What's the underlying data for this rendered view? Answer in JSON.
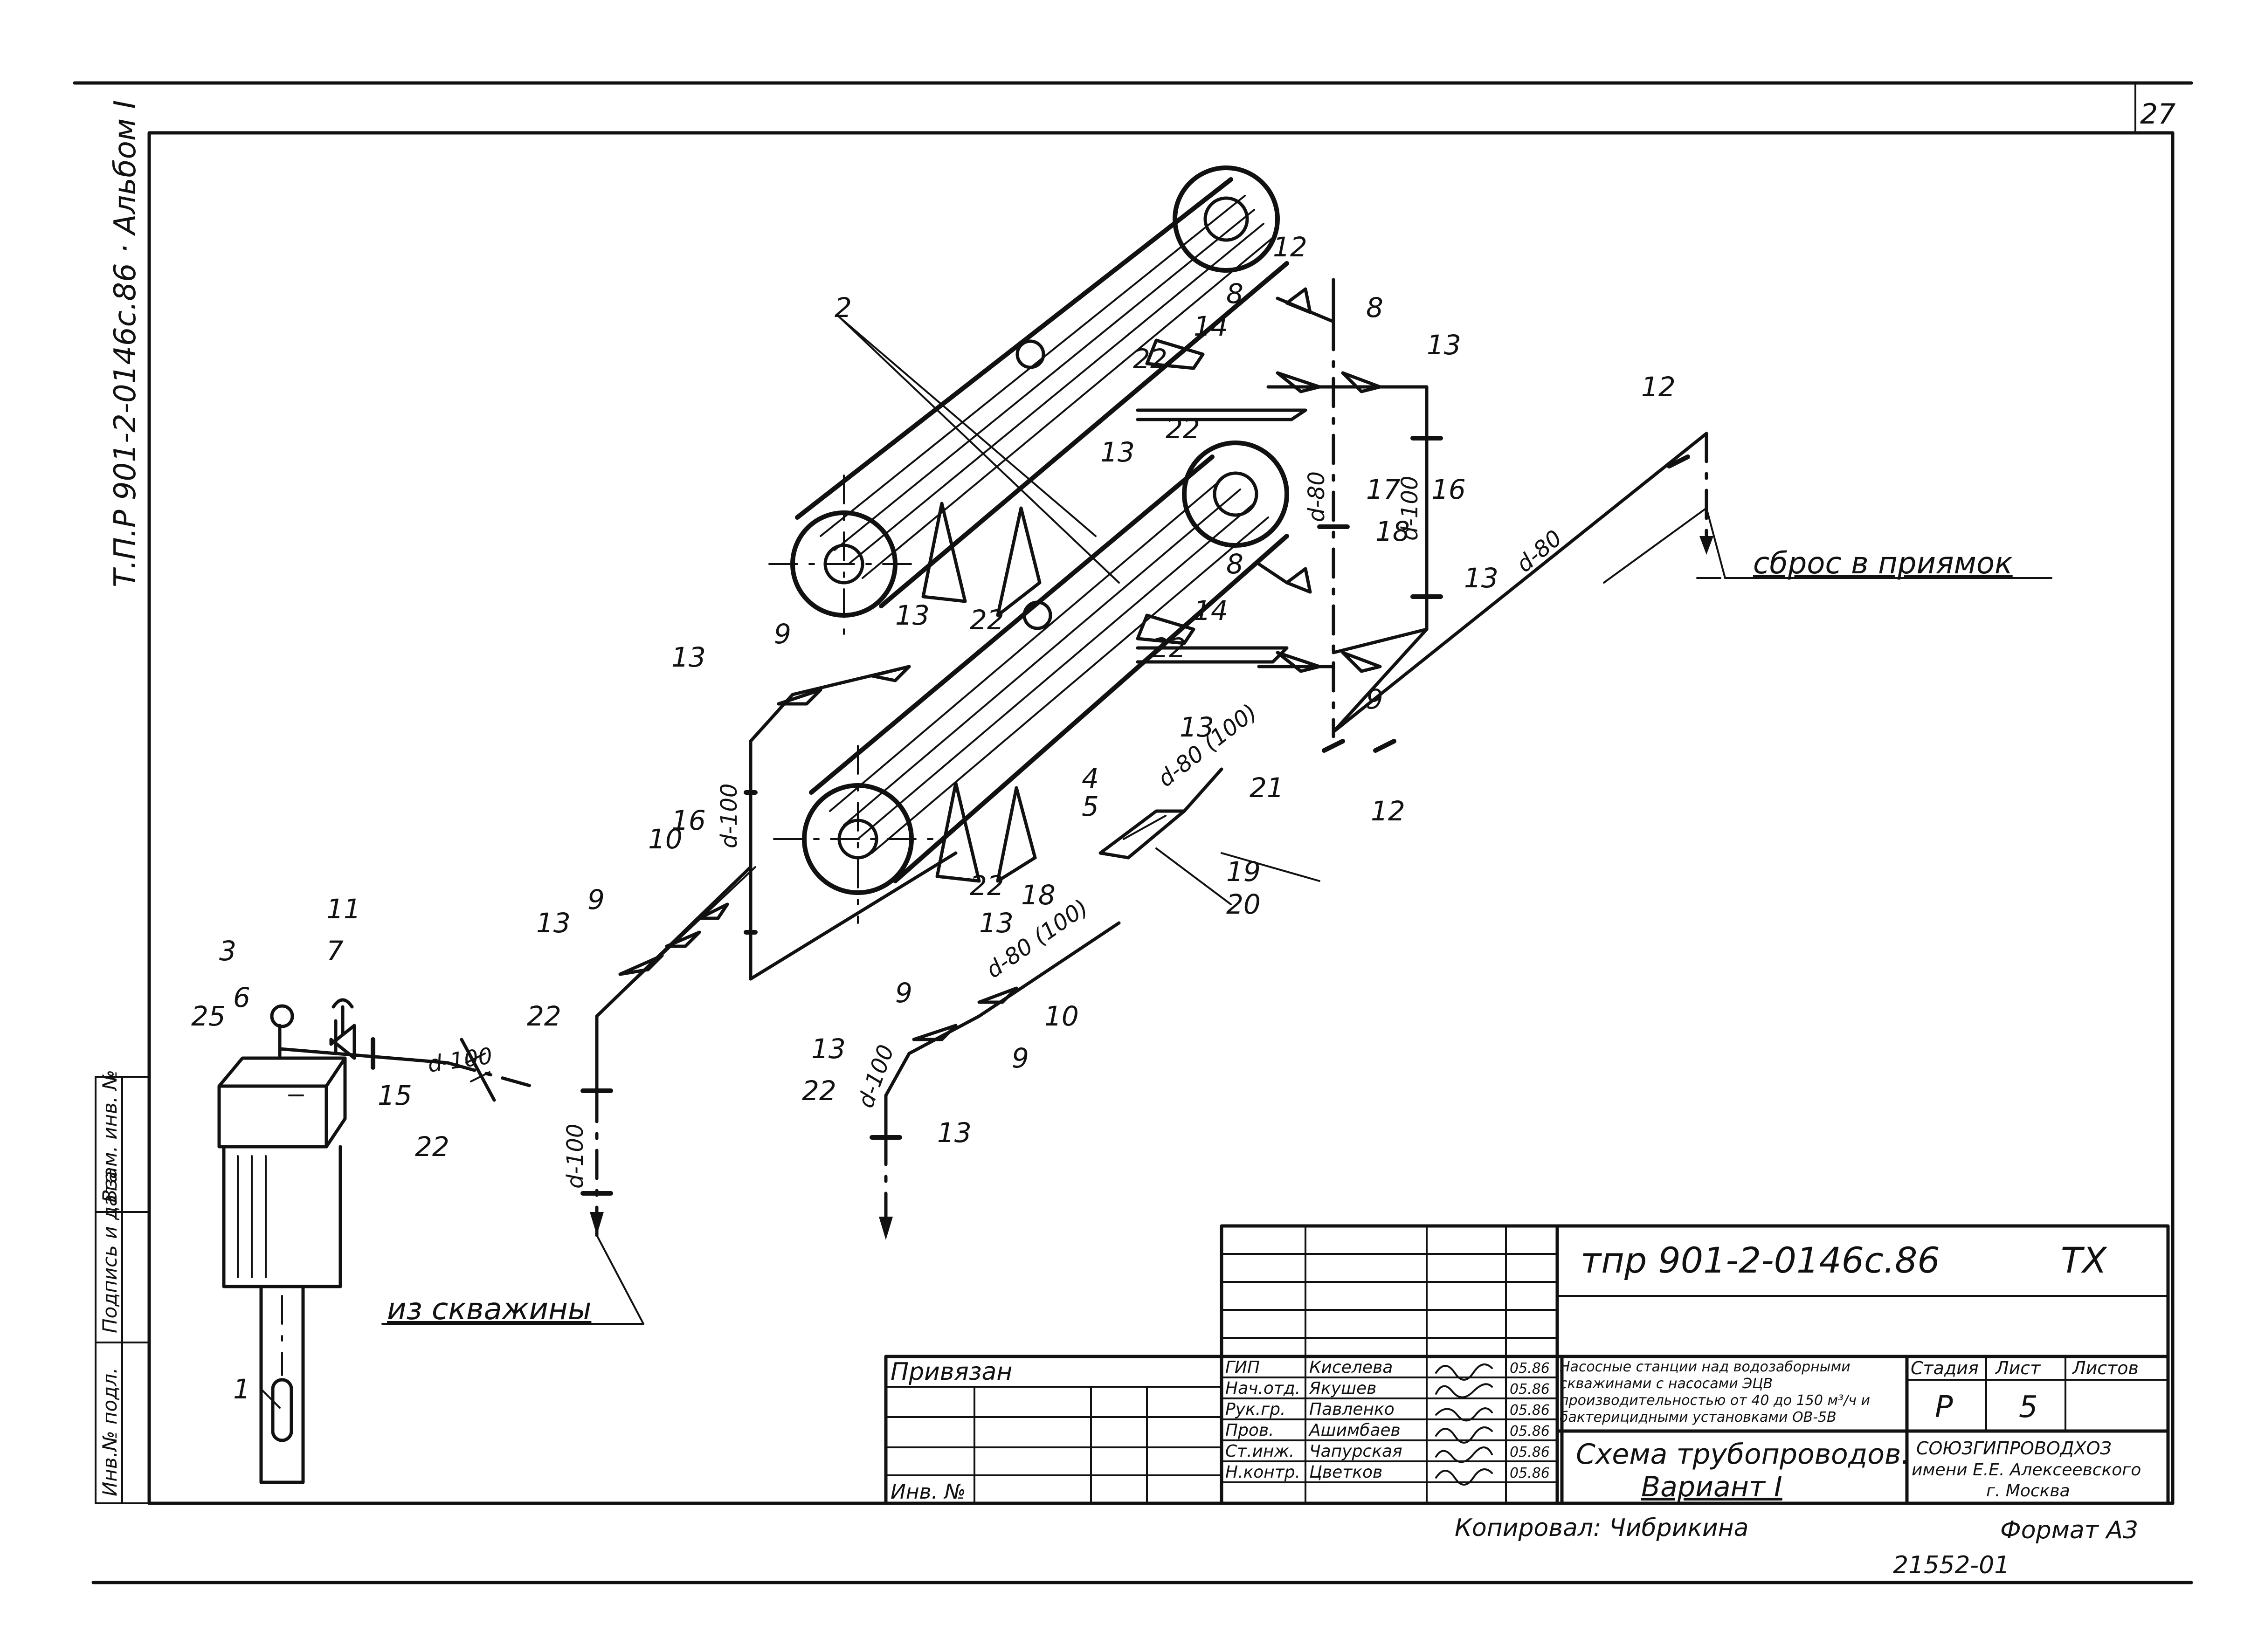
{
  "sheet": {
    "page_corner_number": "27",
    "side_designation": "Т.П.Р 901-2-0146с.86 · Альбом I",
    "stamp_side_labels": [
      "Инв.№ подл.",
      "Подпись и дата",
      "Взам. инв. №"
    ]
  },
  "callouts": {
    "n1": "1",
    "n2": "2",
    "n3": "3",
    "n4": "4",
    "n5": "5",
    "n6": "6",
    "n7": "7",
    "n8a": "8",
    "n8b": "8",
    "n8c": "8",
    "n9a": "9",
    "n9b": "9",
    "n9c": "9",
    "n9d": "9",
    "n9e": "9",
    "n10a": "10",
    "n10b": "10",
    "n11": "11",
    "n12a": "12",
    "n12b": "12",
    "n12c": "12",
    "n13a": "13",
    "n13b": "13",
    "n13c": "13",
    "n13d": "13",
    "n13e": "13",
    "n13f": "13",
    "n13g": "13",
    "n13h": "13",
    "n13i": "13",
    "n13j": "13",
    "n14a": "14",
    "n14b": "14",
    "n15": "15",
    "n16a": "16",
    "n16b": "16",
    "n17": "17",
    "n18a": "18",
    "n18b": "18",
    "n19": "19",
    "n20": "20",
    "n21": "21",
    "n22a": "22",
    "n22b": "22",
    "n22c": "22",
    "n22d": "22",
    "n22e": "22",
    "n22f": "22",
    "n22g": "22",
    "n22h": "22",
    "n25": "25"
  },
  "pipe_labels": {
    "d100_pump": "d-100",
    "d100_riser": "d-100",
    "d100_low": "d-100",
    "d100_left": "d-100",
    "d100_right": "d-100",
    "d80_mid": "d-80",
    "d80_top": "d-80",
    "d80_100_a": "d-80 (100)",
    "d80_100_b": "d-80 (100)"
  },
  "annotations": {
    "discharge": "сброс в приямок",
    "from_well": "из скважины"
  },
  "title_block": {
    "doc_code": "тпр 901-2-0146с.86",
    "doc_mark": "ТХ",
    "bound": "Привязан",
    "inv_no": "Инв. №",
    "roles": [
      "ГИП",
      "Нач.отд.",
      "Рук.гр.",
      "Пров.",
      "Ст.инж.",
      "Н.контр."
    ],
    "names": [
      "Киселева",
      "Якушев",
      "Павленко",
      "Ашимбаев",
      "Чапурская",
      "Цветков"
    ],
    "dates": [
      "05.86",
      "05.86",
      "05.86",
      "05.86",
      "05.86",
      "05.86"
    ],
    "project_title": "Насосные станции над водозаборными скважинами с насосами ЭЦВ производительностью от 40 до 150 м³/ч и бактерицидными установками ОВ-5В",
    "sheet_title_1": "Схема трубопроводов.",
    "sheet_title_2": "Вариант I",
    "stage_label": "Стадия",
    "sheet_label": "Лист",
    "sheets_label": "Листов",
    "stage": "Р",
    "sheet_no": "5",
    "org_1": "СОЮЗГИПРОВОДХОЗ",
    "org_2": "имени Е.Е. Алексеевского",
    "org_3": "г. Москва"
  },
  "footer": {
    "copied": "Копировал: Чибрикина",
    "format": "Формат А3",
    "archive_no": "21552-01"
  }
}
